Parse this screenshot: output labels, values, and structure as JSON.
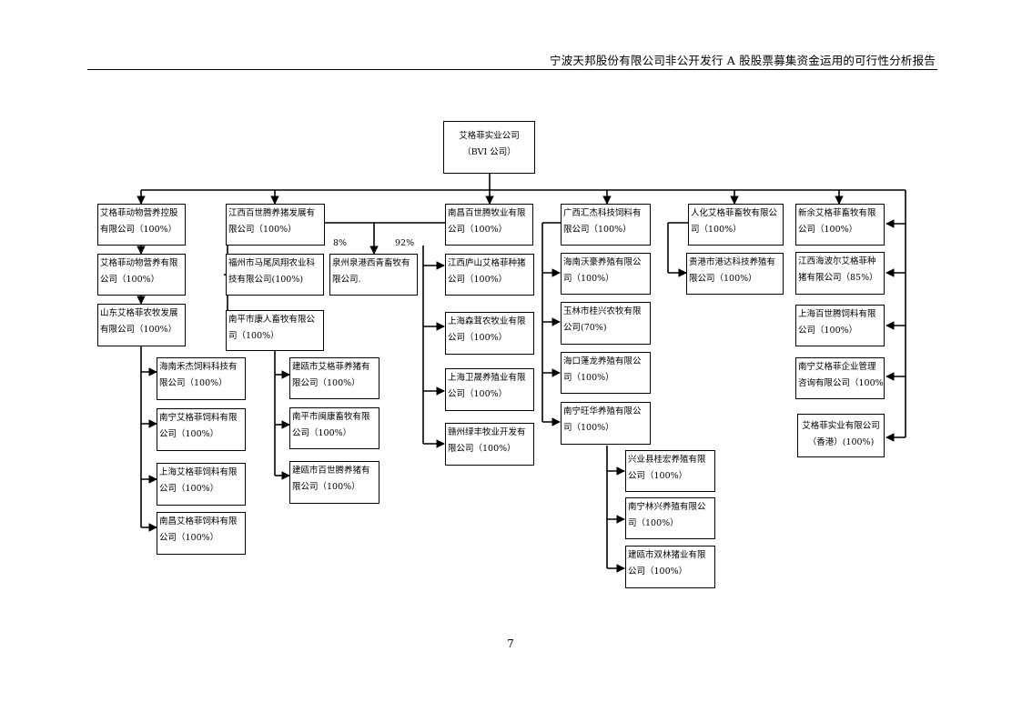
{
  "header": {
    "title": "宁波天邦股份有限公司非公开发行 A 股股票募集资金运用的可行性分析报告"
  },
  "page_number": "7",
  "org_chart": {
    "root": {
      "line1": "艾格菲实业公司",
      "line2": "（BVI 公司）"
    },
    "boxes": {
      "agf_animal_holding": {
        "line1": "艾格菲动物营养控股",
        "line2": "有限公司（100%）"
      },
      "agf_animal_nutrition": {
        "line1": "艾格菲动物营养有限",
        "line2": "公司（100%）"
      },
      "shandong_agf": {
        "line1": "山东艾格菲农牧发展",
        "line2": "有限公司（100%）"
      },
      "hainan_hejie": {
        "line1": "海南禾杰饲料科技有",
        "line2": "限公司（100%）"
      },
      "nanning_agf_feed": {
        "line1": "南宁艾格菲饲料有限",
        "line2": "公司（100%）"
      },
      "shanghai_agf_feed": {
        "line1": "上海艾格菲饲料有限",
        "line2": "公司（100%）"
      },
      "nanchang_agf_feed": {
        "line1": "南昌艾格菲饲料有限",
        "line2": "公司（100%）"
      },
      "jiangxi_bst_pig": {
        "line1": "江西百世腾养猪发展有",
        "line2": "限公司（100%）"
      },
      "fuzhou_mawei": {
        "line1": "福州市马尾凤翔农业科",
        "line2": "技有限公司(100%)"
      },
      "nanping_kangren": {
        "line1": "南平市康人畜牧有限公",
        "line2": "司（100%）"
      },
      "jianou_agf_pig": {
        "line1": "建瓯市艾格菲养猪有",
        "line2": "限公司（100%）"
      },
      "nanping_minkang": {
        "line1": "南平市闽康畜牧有限",
        "line2": "公司（100%）"
      },
      "jianou_bst_pig": {
        "line1": "建瓯市百世腾养猪有",
        "line2": "限公司（100%）"
      },
      "quanzhou_quangang": {
        "line1": "泉州泉港西青畜牧有",
        "line2": "限公司."
      },
      "nanchang_bst_livestock": {
        "line1": "南昌百世腾牧业有限",
        "line2": "公司（100%）"
      },
      "jiangxi_lushan": {
        "line1": "江西庐山艾格菲种猪",
        "line2": "公司（100%）"
      },
      "shanghai_senhui": {
        "line1": "上海森茸农牧业有限",
        "line2": "公司（100%）"
      },
      "shanghai_weisheng": {
        "line1": "上海卫晟养殖业有限",
        "line2": "公司（100%）"
      },
      "ganzhou_lvfeng": {
        "line1": "赣州绿丰牧业开发有",
        "line2": "限公司（100%）"
      },
      "guangxi_huijie": {
        "line1": "广西汇杰科技饲料有",
        "line2": "限公司（100%）"
      },
      "hainan_wohao": {
        "line1": "海南沃豪养殖有限公",
        "line2": "司（100%）"
      },
      "yulin_guixing": {
        "line1": "玉林市桂兴农牧有限",
        "line2": "公司(70%)"
      },
      "haikou_penglong": {
        "line1": "海口蓬龙养殖有限公",
        "line2": "司（100%）"
      },
      "nanning_wanghua": {
        "line1": "南宁旺华养殖有限公",
        "line2": "司（100%）"
      },
      "xingye_guihong": {
        "line1": "兴业县桂宏养殖有限",
        "line2": "公司（100%）"
      },
      "nanning_linxing": {
        "line1": "南宁林兴养殖有限公",
        "line2": "司（100%）"
      },
      "jianou_shuanglin": {
        "line1": "建瓯市双林猪业有限",
        "line2": "公司（100%）"
      },
      "renhua_agf": {
        "line1": "人化艾格菲畜牧有限公",
        "line2": "司（100%）"
      },
      "guigang_gangda": {
        "line1": "贵港市港达科技养殖有",
        "line2": "限公司（100%）"
      },
      "xinyu_agf": {
        "line1": "新余艾格菲畜牧有限",
        "line2": "公司（100%）"
      },
      "jiangxi_haiboer": {
        "line1": "江西海波尔艾格菲种",
        "line2": "猪有限公司（85%）"
      },
      "shanghai_bst_feed": {
        "line1": "上海百世腾饲料有限",
        "line2": "公司（100%）"
      },
      "nanning_agf_consulting": {
        "line1": "南宁艾格菲企业管理",
        "line2": "咨询有限公司（100%）"
      },
      "agf_hk": {
        "line1": "艾格菲实业有限公司",
        "line2": "（香港）(100%)"
      }
    },
    "ownership_left": "8%",
    "ownership_right": "92%"
  }
}
